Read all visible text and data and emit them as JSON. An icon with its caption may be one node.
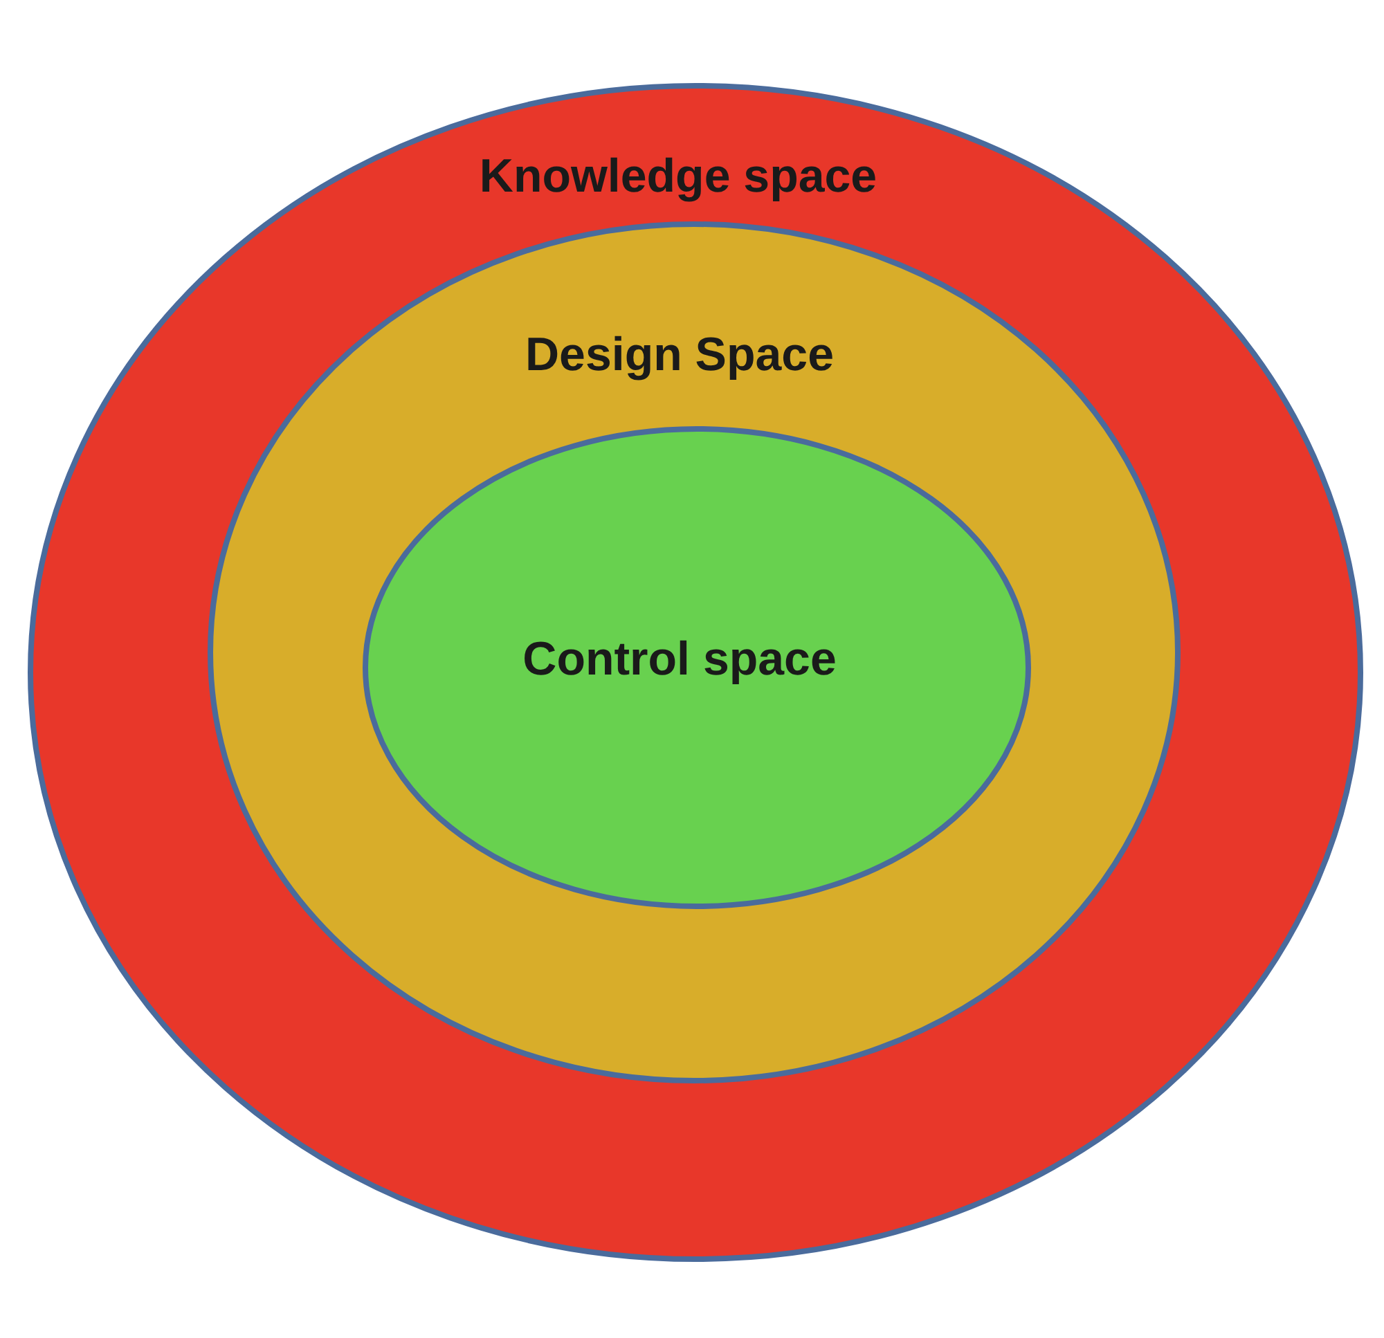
{
  "diagram": {
    "nodes": [
      {
        "text": [
          "Knowledge space"
        ]
      },
      {
        "text": [
          "Design Space"
        ],
        "in": 0
      },
      {
        "text": [
          "Control space"
        ],
        "in": 1
      }
    ]
  }
}
